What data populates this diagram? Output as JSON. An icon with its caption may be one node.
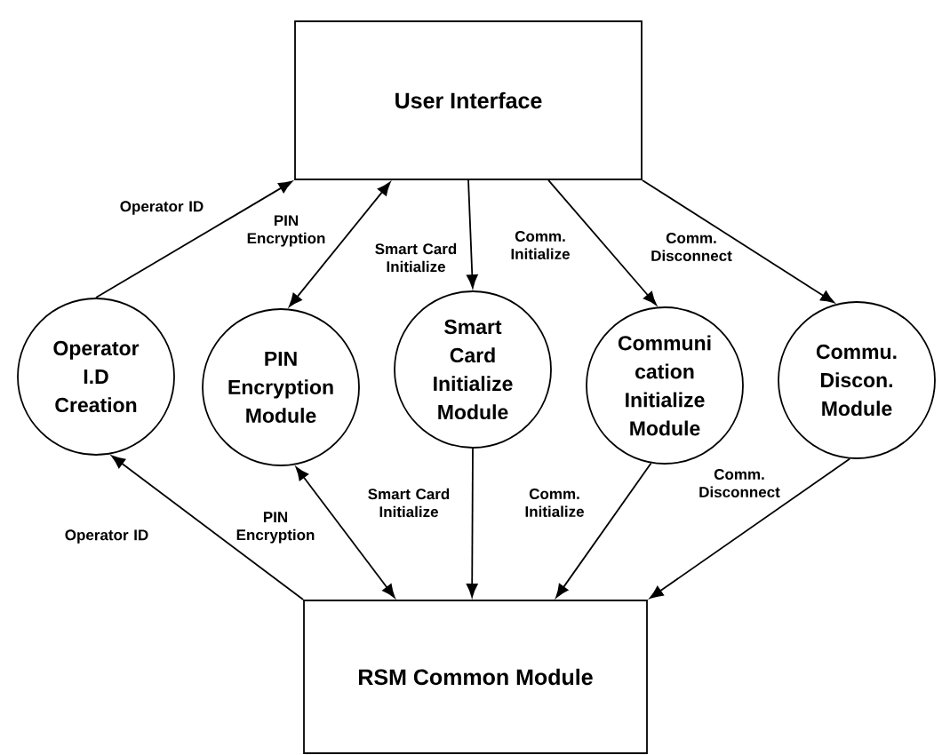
{
  "diagram": {
    "nodes": [
      {
        "text": [
          "User Interface"
        ]
      },
      {
        "text": [
          "Operator I.D Creation"
        ]
      },
      {
        "text": [
          "PIN Encryption Module"
        ]
      },
      {
        "text": [
          "Smart Card Initialize Module"
        ]
      },
      {
        "text": [
          "Communi cation Initialize Module"
        ]
      },
      {
        "text": [
          "Commu. Discon. Module"
        ]
      },
      {
        "text": [
          "RSM Common Module"
        ]
      }
    ],
    "edges": [
      {
        "from": 1,
        "to": 0,
        "arrow": "to",
        "label": "Operator ID"
      },
      {
        "from": 0,
        "to": 2,
        "arrow": "both",
        "label": "PIN Encryption"
      },
      {
        "from": 0,
        "to": 3,
        "arrow": "to",
        "label": "Smart Card Initialize"
      },
      {
        "from": 0,
        "to": 4,
        "arrow": "to",
        "label": "Comm. Initialize"
      },
      {
        "from": 0,
        "to": 5,
        "arrow": "to",
        "label": "Comm. Disconnect"
      },
      {
        "from": 6,
        "to": 1,
        "arrow": "to",
        "label": "Operator ID"
      },
      {
        "from": 6,
        "to": 2,
        "arrow": "both",
        "label": "PIN Encryption"
      },
      {
        "from": 3,
        "to": 6,
        "arrow": "to",
        "label": "Smart Card Initialize"
      },
      {
        "from": 4,
        "to": 6,
        "arrow": "to",
        "label": "Comm. Initialize"
      },
      {
        "from": 5,
        "to": 6,
        "arrow": "to",
        "label": "Comm. Disconnect"
      }
    ]
  }
}
